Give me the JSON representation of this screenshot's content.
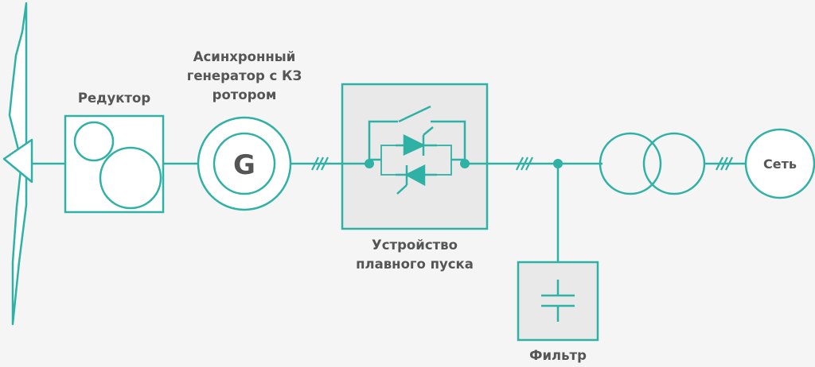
{
  "colors": {
    "line": "#2fb1a5",
    "box_fill": "#e9e9e9",
    "circle_fill": "#ffffff",
    "label_text": "#555555",
    "background": "#f5f5f5"
  },
  "labels": {
    "gearbox": "Редуктор",
    "generator": [
      "Асинхронный",
      "генератор с КЗ",
      "ротором"
    ],
    "generator_symbol": "G",
    "soft_starter": [
      "Устройство",
      "плавного пуска"
    ],
    "filter": "Фильтр",
    "grid": "Сеть"
  },
  "icons": {
    "wind_turbine": "wind-turbine-icon",
    "gearbox": "gearbox-icon",
    "generator": "generator-icon",
    "thyristor": "thyristor-icon",
    "capacitor": "capacitor-icon",
    "transformer": "transformer-icon",
    "three_phase_mark": "three-phase-mark-icon"
  }
}
